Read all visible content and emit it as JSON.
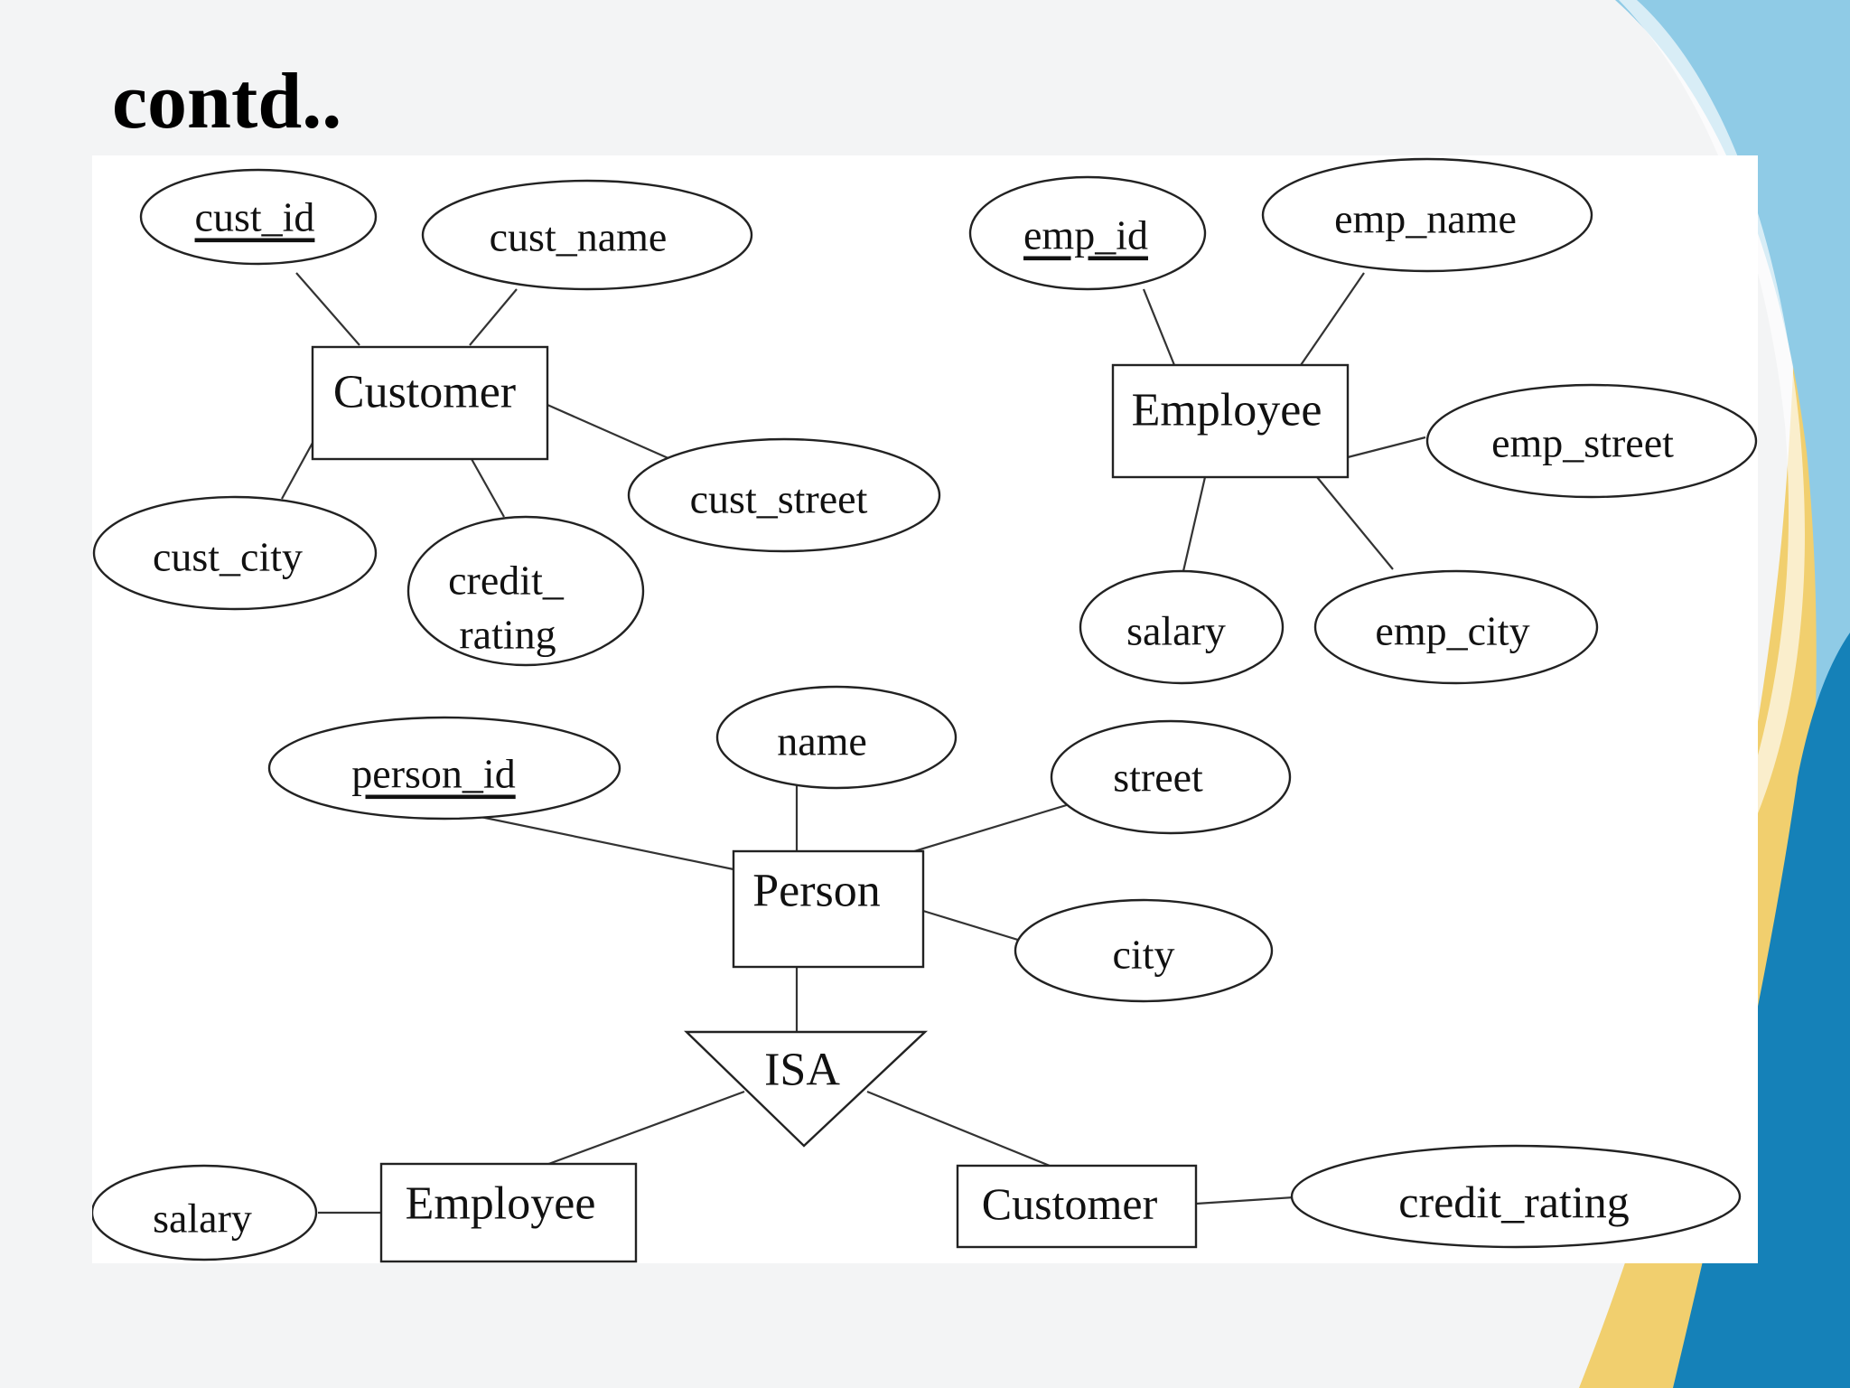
{
  "title": "contd..",
  "colors": {
    "background": "#f3f4f5",
    "panel": "#ffffff",
    "accent_blue_dark": "#1581b8",
    "accent_blue_light": "#8fcbe6",
    "accent_gold": "#f1cf6e"
  },
  "diagram": {
    "customer": {
      "entity": "Customer",
      "attributes": {
        "cust_id": "cust_id",
        "cust_name": "cust_name",
        "cust_street": "cust_street",
        "cust_city": "cust_city",
        "credit_rating_line1": "credit_",
        "credit_rating_line2": "rating"
      }
    },
    "employee": {
      "entity": "Employee",
      "attributes": {
        "emp_id": "emp_id",
        "emp_name": "emp_name",
        "emp_street": "emp_street",
        "salary": "salary",
        "emp_city": "emp_city"
      }
    },
    "person": {
      "entity": "Person",
      "attributes": {
        "person_id": "person_id",
        "name": "name",
        "street": "street",
        "city": "city"
      }
    },
    "isa": "ISA",
    "subclasses": {
      "employee": {
        "entity": "Employee",
        "salary": "salary"
      },
      "customer": {
        "entity": "Customer",
        "credit_rating": "credit_rating"
      }
    }
  }
}
